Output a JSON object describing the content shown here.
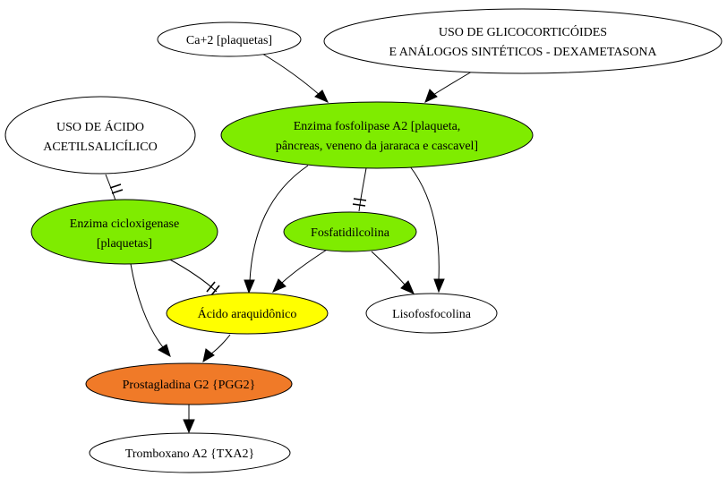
{
  "colors": {
    "white": "#ffffff",
    "green": "#7fec00",
    "yellow": "#ffff00",
    "orange": "#f07a28"
  },
  "nodes": {
    "ca": {
      "label": "Ca+2 [plaquetas]"
    },
    "gluco": {
      "line1": "USO DE GLICOCORTICÓIDES",
      "line2": "E ANÁLOGOS SINTÉTICOS - DEXAMETASONA"
    },
    "aas": {
      "line1": "USO DE ÁCIDO",
      "line2": "ACETILSALICÍLICO"
    },
    "pla2": {
      "line1": "Enzima fosfolipase A2 [plaqueta,",
      "line2": "pâncreas, veneno da jararaca e cascavel]"
    },
    "cox": {
      "line1": "Enzima cicloxigenase",
      "line2": "[plaquetas]"
    },
    "fosf": {
      "label": "Fosfatidilcolina"
    },
    "acido": {
      "label": "Ácido araquidônico"
    },
    "liso": {
      "label": "Lisofosfocolina"
    },
    "pgg2": {
      "label": "Prostagladina G2 {PGG2}"
    },
    "txa2": {
      "label": "Tromboxano A2 {TXA2}"
    }
  }
}
